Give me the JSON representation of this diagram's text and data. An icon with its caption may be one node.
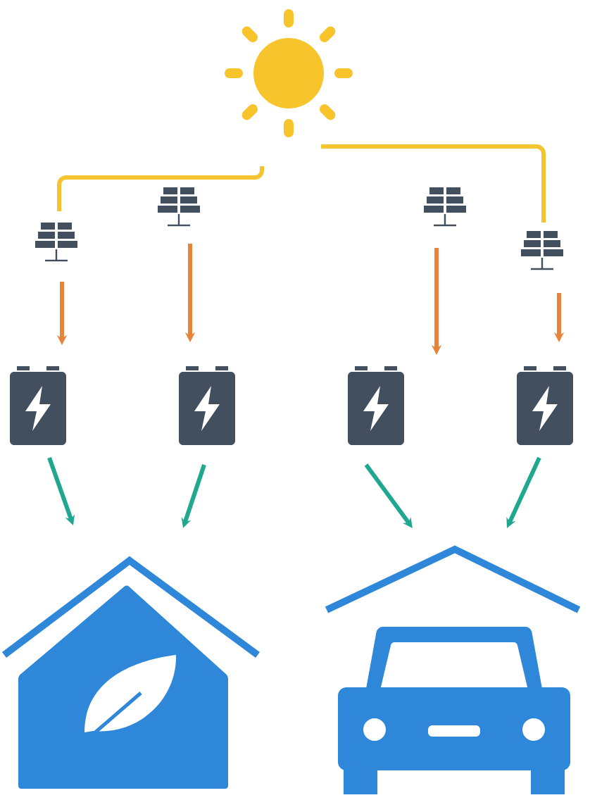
{
  "diagram": {
    "nodes": [
      {
        "text": [],
        "shape": "sun"
      },
      {
        "text": [],
        "shape": "panel"
      },
      {
        "text": [],
        "shape": "panel"
      },
      {
        "text": [],
        "shape": "panel"
      },
      {
        "text": [],
        "shape": "panel"
      },
      {
        "text": [],
        "shape": "battery"
      },
      {
        "text": [],
        "shape": "battery"
      },
      {
        "text": [],
        "shape": "battery"
      },
      {
        "text": [],
        "shape": "battery"
      },
      {
        "text": [],
        "shape": "house"
      },
      {
        "text": [],
        "shape": "car"
      }
    ],
    "edges": [
      {
        "from": 0,
        "to": 1,
        "arrow": "none",
        "color": "#f5c430"
      },
      {
        "from": 0,
        "to": 4,
        "arrow": "none",
        "color": "#f5c430"
      },
      {
        "from": 1,
        "to": 5,
        "arrow": "to",
        "color": "#e8843a"
      },
      {
        "from": 2,
        "to": 6,
        "arrow": "to",
        "color": "#e8843a"
      },
      {
        "from": 3,
        "to": 7,
        "arrow": "to",
        "color": "#e8843a"
      },
      {
        "from": 4,
        "to": 8,
        "arrow": "to",
        "color": "#e8843a"
      },
      {
        "from": 5,
        "to": 9,
        "arrow": "to",
        "color": "#1fa88f"
      },
      {
        "from": 6,
        "to": 9,
        "arrow": "to",
        "color": "#1fa88f"
      },
      {
        "from": 7,
        "to": 10,
        "arrow": "to",
        "color": "#1fa88f"
      },
      {
        "from": 8,
        "to": 10,
        "arrow": "to",
        "color": "#1fa88f"
      }
    ]
  }
}
